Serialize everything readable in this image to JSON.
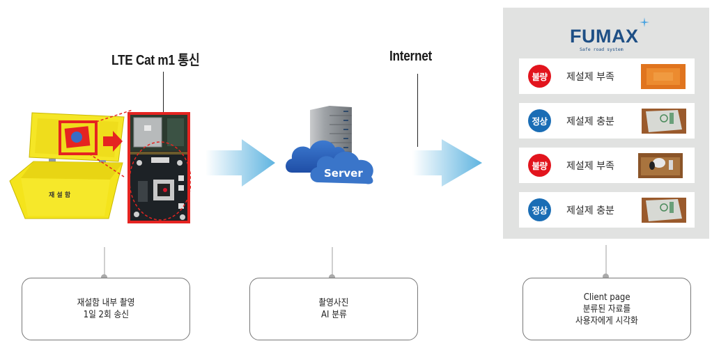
{
  "diagram": {
    "stages": [
      {
        "id": "device",
        "heading": "LTE Cat m1 통신",
        "image_label": "재 설 함",
        "caption_lines": [
          "재설함 내부 촬영",
          "1일 2회 송신"
        ]
      },
      {
        "id": "server",
        "heading": "",
        "image_label": "Server",
        "caption_lines": [
          "촬영사진",
          "AI 분류"
        ]
      },
      {
        "id": "client",
        "heading": "Internet",
        "caption_lines": [
          "Client page",
          "분류된 자료를",
          "사용자에게 시각화"
        ]
      }
    ],
    "client_panel": {
      "brand": "FUMAX",
      "tagline": "Safe road system",
      "rows": [
        {
          "status": "불량",
          "status_type": "bad",
          "text": "제설제 부족",
          "thumb": "orange-empty-box"
        },
        {
          "status": "정상",
          "status_type": "good",
          "text": "제설제 충분",
          "thumb": "filled-bags"
        },
        {
          "status": "불량",
          "status_type": "bad",
          "text": "제설제 부족",
          "thumb": "sparse-box"
        },
        {
          "status": "정상",
          "status_type": "good",
          "text": "제설제 충분",
          "thumb": "filled-bags"
        }
      ]
    },
    "colors": {
      "bad": "#e2141d",
      "good": "#1a6db5",
      "brand": "#1e4f85",
      "arrow": "#5fb4e0",
      "panel_bg": "#e1e2e1",
      "highlight_red": "#e52421",
      "box_yellow": "#f3e31b"
    }
  }
}
